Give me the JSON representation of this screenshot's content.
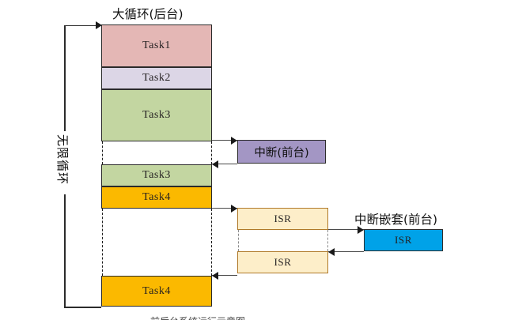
{
  "diagram": {
    "title_top": "大循环(后台)",
    "label_interrupt": "中断(前台)",
    "label_nested": "中断嵌套(前台)",
    "label_loop_vertical": "无限循环",
    "caption_bottom": "前后台系统运行示意图",
    "colors": {
      "task1": "#e4b7b5",
      "task2": "#dcd6e6",
      "task3": "#c3d6a1",
      "task4": "#fbb900",
      "interrupt": "#a396c4",
      "isr": "#fdeec9",
      "isr_border": "#b07a2a",
      "nested_isr": "#00a2e8",
      "stroke": "#2b2b2b",
      "connector": "#4a4a4a"
    },
    "background_blocks": [
      {
        "name": "task1",
        "label": "Task1",
        "color": "#e4b7b5"
      },
      {
        "name": "task2",
        "label": "Task2",
        "color": "#dcd6e6"
      },
      {
        "name": "task3-first",
        "label": "Task3",
        "color": "#c3d6a1"
      },
      {
        "name": "task3-resumed",
        "label": "Task3",
        "color": "#c3d6a1"
      },
      {
        "name": "task4-first",
        "label": "Task4",
        "color": "#fbb900"
      },
      {
        "name": "task4-resumed",
        "label": "Task4",
        "color": "#fbb900"
      }
    ],
    "foreground_blocks": [
      {
        "name": "interrupt",
        "label": "中断(前台)",
        "color": "#a396c4"
      },
      {
        "name": "isr-upper",
        "label": "ISR",
        "color": "#fdeec9"
      },
      {
        "name": "isr-lower",
        "label": "ISR",
        "color": "#fdeec9"
      },
      {
        "name": "nested-isr",
        "label": "ISR",
        "color": "#00a2e8"
      }
    ]
  }
}
